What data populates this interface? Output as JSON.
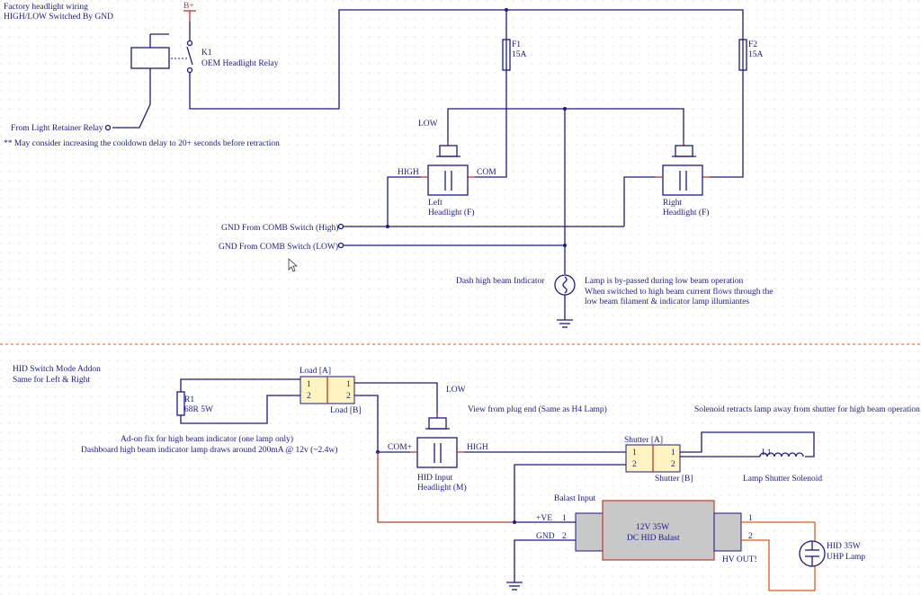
{
  "upper": {
    "title": "Factory headlight wiring",
    "subtitle": "HIGH/LOW Switched By GND",
    "supply_label": "B+",
    "relay_ref": "K1",
    "relay_name": "OEM Headlight Relay",
    "retainer_label": "From Light Retainer Relay",
    "retainer_note": "** May consider increasing the cooldown delay to 20+ seconds before retraction",
    "fuse1_ref": "F1",
    "fuse1_value": "15A",
    "fuse2_ref": "F2",
    "fuse2_value": "15A",
    "low_label": "LOW",
    "high_label": "HIGH",
    "com_label": "COM",
    "left_headlight_line1": "Left",
    "left_headlight_line2": "Headlight (F)",
    "right_headlight_line1": "Right",
    "right_headlight_line2": "Headlight (F)",
    "gnd_high_label": "GND From COMB Switch (High)",
    "gnd_low_label": "GND From COMB Switch (LOW)",
    "indicator_label": "Dash high beam Indicator",
    "indicator_note_1": "Lamp is by-passed during low beam operation",
    "indicator_note_2": "When switched to high beam current flows through the",
    "indicator_note_3": "low beam filament & indicator lamp illumiantes"
  },
  "lower": {
    "title": "HID Switch Mode Addon",
    "subtitle": "Same for Left & Right",
    "resistor_ref": "R1",
    "resistor_value": "68R 5W",
    "load_a": "Load [A]",
    "load_b": "Load [B]",
    "pin1": "1",
    "pin2": "2",
    "low_label": "LOW",
    "plug_view_note": "View from plug end (Same as H4 Lamp)",
    "solenoid_note": "Solenoid retracts lamp away from shutter for high beam operation",
    "addon_note_1": "Ad-on fix for high beam indicator (one lamp only)",
    "addon_note_2": "Dashboard high beam indicator lamp draws around 200mA @ 12v (~2.4w)",
    "com_plus": "COM+",
    "high_label": "HIGH",
    "hid_input_1": "HID Input",
    "hid_input_2": "Headlight (M)",
    "shutter_a": "Shutter [A]",
    "shutter_b": "Shutter [B]",
    "inductor_ref": "L1",
    "solenoid_label": "Lamp Shutter Solenoid",
    "ballast_input": "Balast Input",
    "ve_label": "+VE",
    "gnd_label": "GND",
    "ballast_line1": "12V 35W",
    "ballast_line2": "DC HID Balast",
    "hv_out": "HV OUT!",
    "hid_lamp_1": "HID 35W",
    "hid_lamp_2": "UHP Lamp"
  },
  "colors": {
    "wire": "#1a1a8c",
    "hot_wire": "#c0392b",
    "output_wire": "#e2581e",
    "connector_fill": "#fff3c0",
    "ballast_fill": "#c8c8c8",
    "section_divider": "#e2581e",
    "grid_dot": "#c8c8c8"
  },
  "icons": {
    "cursor": "mouse-pointer-icon",
    "ground": "ground-icon",
    "lamp": "lamp-icon",
    "fuse": "fuse-icon",
    "relay": "relay-icon",
    "inductor": "inductor-icon",
    "resistor": "resistor-icon"
  }
}
